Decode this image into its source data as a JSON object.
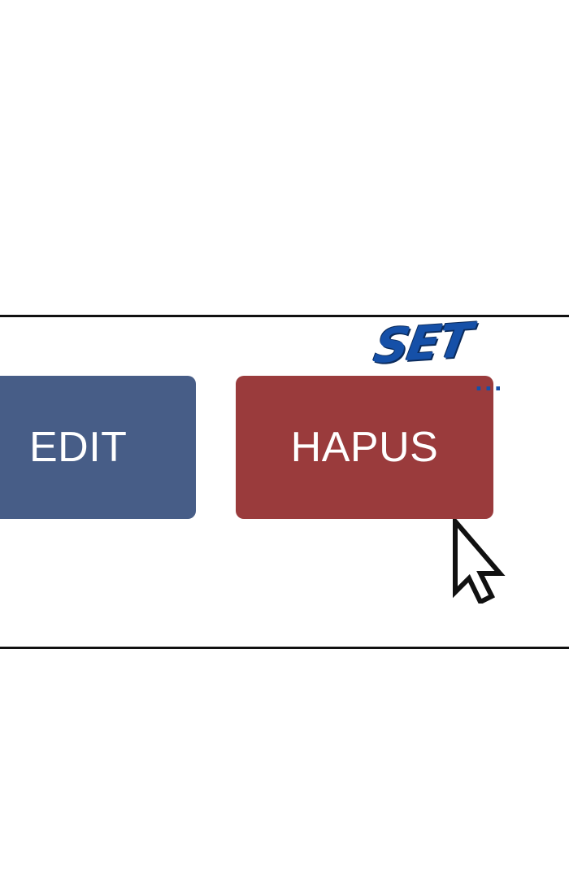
{
  "buttons": {
    "edit_label": "EDIT",
    "delete_label": "HAPUS"
  },
  "sound_effect": {
    "text": "SET",
    "trail": "..."
  },
  "colors": {
    "edit_button": "#475d87",
    "delete_button": "#9a3b3c",
    "sound_effect": "#1550a8",
    "panel_border": "#111111"
  },
  "icons": {
    "cursor": "mouse-pointer-icon"
  }
}
